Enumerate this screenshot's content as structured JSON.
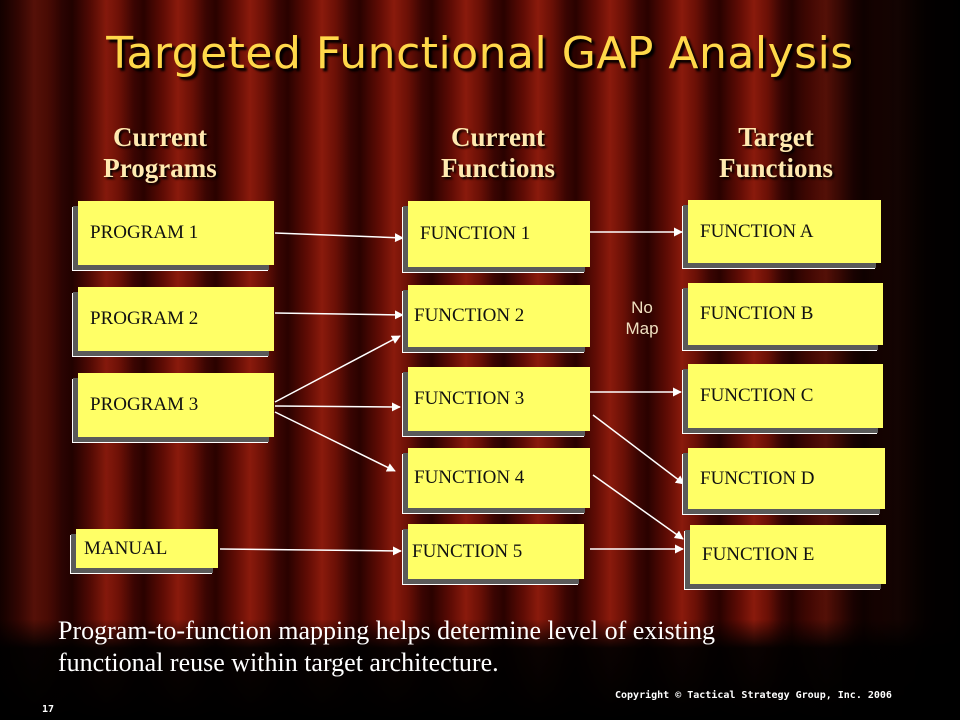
{
  "title": "Targeted Functional GAP Analysis",
  "columns": {
    "programs": {
      "line1": "Current",
      "line2": "Programs"
    },
    "current_functions": {
      "line1": "Current",
      "line2": "Functions"
    },
    "target_functions": {
      "line1": "Target",
      "line2": "Functions"
    }
  },
  "programs": [
    "PROGRAM 1",
    "PROGRAM 2",
    "PROGRAM 3",
    "MANUAL"
  ],
  "current_functions": [
    "FUNCTION 1",
    "FUNCTION 2",
    "FUNCTION 3",
    "FUNCTION 4",
    "FUNCTION 5"
  ],
  "target_functions": [
    "FUNCTION A",
    "FUNCTION B",
    "FUNCTION C",
    "FUNCTION D",
    "FUNCTION E"
  ],
  "no_map": {
    "line1": "No",
    "line2": "Map"
  },
  "mappings": {
    "program_to_function": [
      [
        "PROGRAM 1",
        "FUNCTION 1"
      ],
      [
        "PROGRAM 2",
        "FUNCTION 2"
      ],
      [
        "PROGRAM 3",
        "FUNCTION 2"
      ],
      [
        "PROGRAM 3",
        "FUNCTION 3"
      ],
      [
        "PROGRAM 3",
        "FUNCTION 4"
      ],
      [
        "MANUAL",
        "FUNCTION 5"
      ]
    ],
    "function_to_target": [
      [
        "FUNCTION 1",
        "FUNCTION A"
      ],
      [
        "FUNCTION 3",
        "FUNCTION C"
      ],
      [
        "FUNCTION 3",
        "FUNCTION D"
      ],
      [
        "FUNCTION 4",
        "FUNCTION E"
      ],
      [
        "FUNCTION 5",
        "FUNCTION E"
      ]
    ]
  },
  "caption": {
    "line1": "Program-to-function mapping helps determine level of existing",
    "line2": "functional reuse within target architecture."
  },
  "copyright": "Copyright © Tactical Strategy Group, Inc. 2006",
  "slide_number": "17",
  "colors": {
    "box_fill": "#ffff66",
    "title": "#ffd84a",
    "arrow": "#ffffff"
  }
}
